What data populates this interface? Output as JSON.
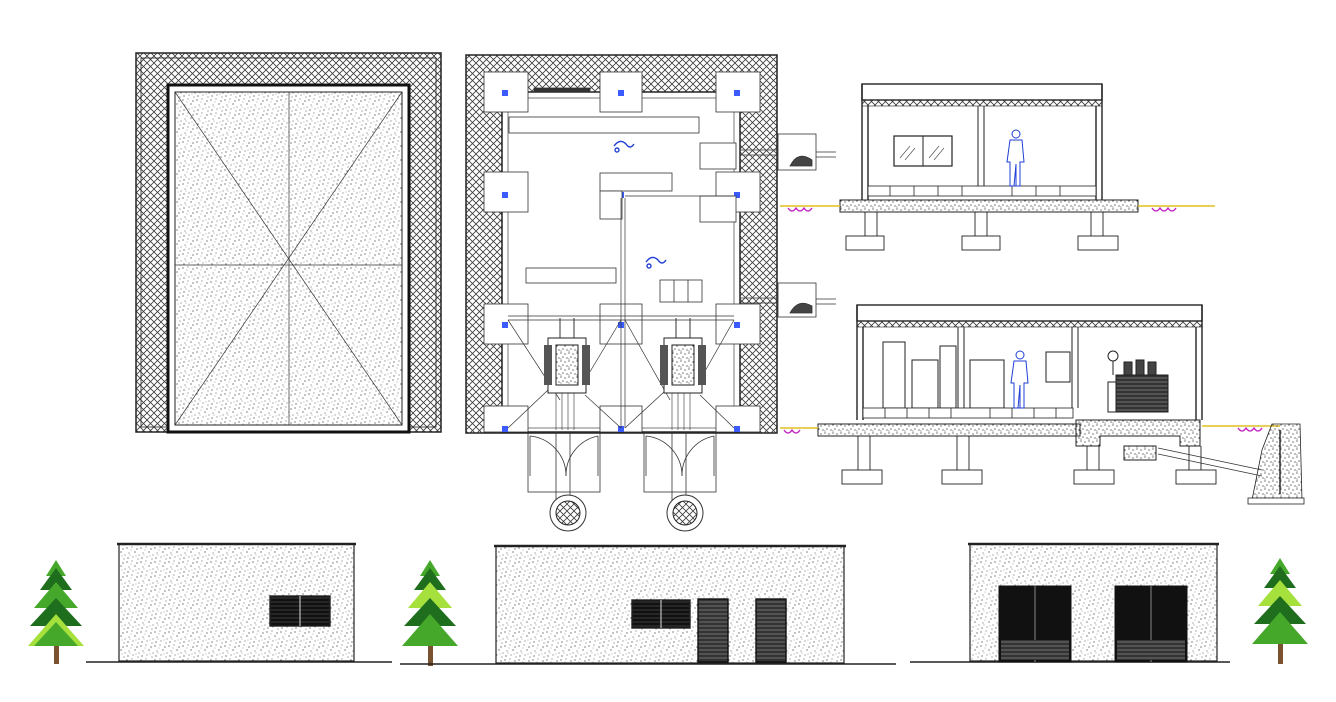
{
  "drawing": {
    "views": [
      {
        "id": "roof-plan"
      },
      {
        "id": "floor-plan"
      },
      {
        "id": "section-a"
      },
      {
        "id": "section-b"
      },
      {
        "id": "elevation-left"
      },
      {
        "id": "elevation-front"
      },
      {
        "id": "elevation-rear"
      }
    ],
    "colors": {
      "line": "#222222",
      "hatch": "#444444",
      "cad_blue": "#1f3fd6",
      "ground_magenta": "#c020c0",
      "ground_yellow": "#e0c020",
      "tree_dark": "#1e6e1e",
      "tree_mid": "#46a82a",
      "tree_light": "#a6e03c",
      "trunk": "#7a5230"
    }
  }
}
